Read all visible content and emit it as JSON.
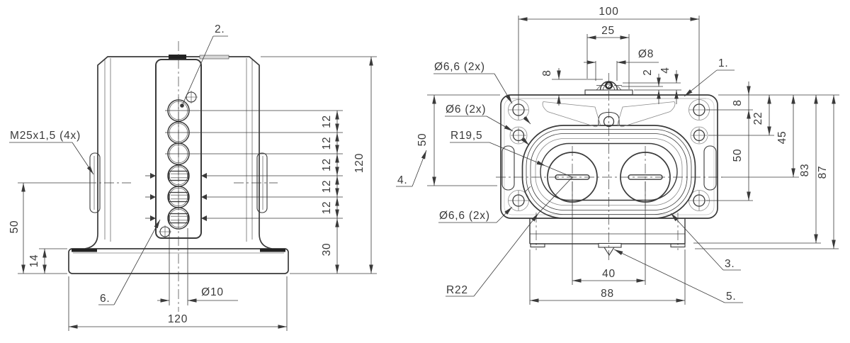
{
  "left_view": {
    "callout_2": "2.",
    "callout_6": "6.",
    "thread_label": "M25x1,5 (4x)",
    "dia10": "Ø10",
    "dim_50": "50",
    "dim_14": "14",
    "dim_width_bottom": "120",
    "dim_height_right": "120",
    "pitch_dims": [
      "12",
      "12",
      "12",
      "12",
      "12"
    ],
    "dim_30": "30"
  },
  "right_view": {
    "callout_1": "1.",
    "callout_3": "3.",
    "callout_4": "4.",
    "callout_5": "5.",
    "dim_100": "100",
    "dim_25": "25",
    "dia8": "Ø8",
    "dim_8_top": "8",
    "dim_2": "2",
    "dim_4": "4",
    "label_d66_top": "Ø6,6 (2x)",
    "label_d6": "Ø6 (2x)",
    "label_r195": "R19,5",
    "dim_50_left": "50",
    "label_d66_bottom": "Ø6,6 (2x)",
    "label_r22": "R22",
    "dim_8_right": "8",
    "dim_22": "22",
    "dim_50_right": "50",
    "dim_45": "45",
    "dim_83": "83",
    "dim_87": "87",
    "dim_40": "40",
    "dim_88": "88"
  },
  "colors": {
    "line": "#3a3a3a",
    "light_line": "#8a8a8a",
    "background": "#ffffff"
  }
}
